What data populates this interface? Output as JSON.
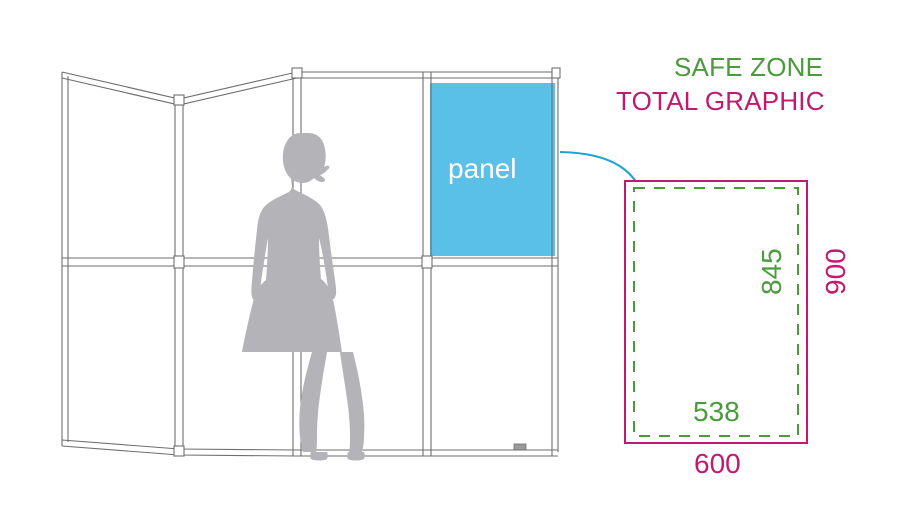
{
  "diagram": {
    "title_lines": {
      "safe_zone": "SAFE ZONE",
      "total_graphic": "TOTAL GRAPHIC"
    },
    "colors": {
      "safe_zone_green": "#4A9B3C",
      "total_graphic_magenta": "#C2186F",
      "panel_blue": "#5BC0E8",
      "arrow_blue": "#1CA3D4",
      "silhouette_gray": "#B3B3B8",
      "frame_gray": "#6E6E6E",
      "panel_label_text": "#FFFFFF"
    },
    "panel_callout": {
      "label": "panel"
    },
    "dimensions": {
      "safe_zone_width": "538",
      "safe_zone_height": "845",
      "total_width": "600",
      "total_height": "900"
    },
    "board": {
      "columns": 4,
      "rows": 2,
      "highlighted_panel": "top-right"
    }
  }
}
